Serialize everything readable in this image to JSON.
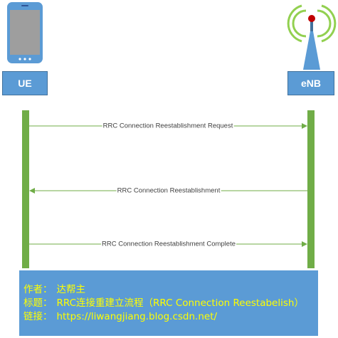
{
  "entities": {
    "ue": {
      "label": "UE",
      "icon": "smartphone-icon"
    },
    "enb": {
      "label": "eNB",
      "icon": "cell-tower-icon"
    }
  },
  "messages": [
    {
      "label": "RRC Connection Reestablishment Request",
      "direction": "UE->eNB"
    },
    {
      "label": "RRC Connection Reestablishment",
      "direction": "eNB->UE"
    },
    {
      "label": "RRC Connection Reestablishment Complete",
      "direction": "UE->eNB"
    }
  ],
  "footer": {
    "author_label": "作者：",
    "author": "达帮主",
    "title_label": "标题：",
    "title": "RRC连接重建立流程（RRC Connection Reestabelish）",
    "link_label": "链接：",
    "link": "https://liwangjiang.blog.csdn.net/"
  },
  "colors": {
    "entity_box": "#5b9bd5",
    "lifeline": "#70ad47",
    "arrow": "#70ad47",
    "footer_bg": "#5b9bd5",
    "footer_text": "#ffff00",
    "tower_waves": "#92d050"
  }
}
